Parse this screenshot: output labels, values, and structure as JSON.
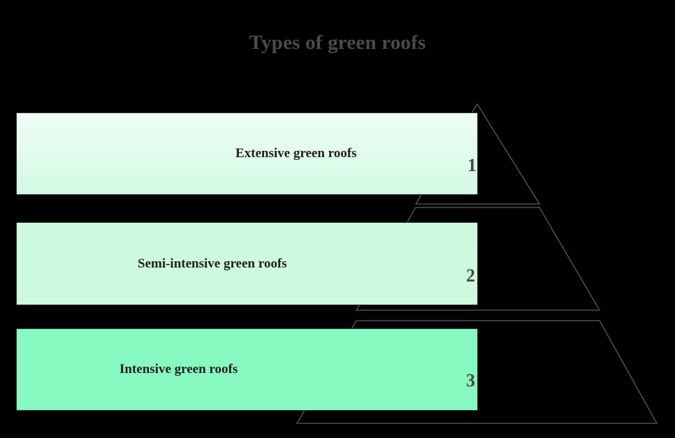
{
  "title": "Types of green roofs",
  "background_color": "#000000",
  "title_color": "#4a4a4a",
  "outline_color": "#4d4d4d",
  "label_color": "#231f20",
  "number_color": "#4a4a4a",
  "chart_data": {
    "type": "pie",
    "title": "Types of green roofs",
    "xlabel": "",
    "ylabel": "",
    "categories": [
      "Extensive green roofs",
      "Semi-intensive green roofs",
      "Intensive green roofs"
    ],
    "values": [
      1,
      2,
      3
    ],
    "legend_position": "none",
    "grid": false,
    "tiers": [
      {
        "number": "1",
        "label": "Extensive green roofs",
        "fill": "#e2fced",
        "level": "top"
      },
      {
        "number": "2",
        "label": "Semi-intensive green roofs",
        "fill": "#cdfade",
        "level": "middle"
      },
      {
        "number": "3",
        "label": "Intensive green roofs",
        "fill": "#87f8bf",
        "level": "bottom"
      }
    ]
  }
}
